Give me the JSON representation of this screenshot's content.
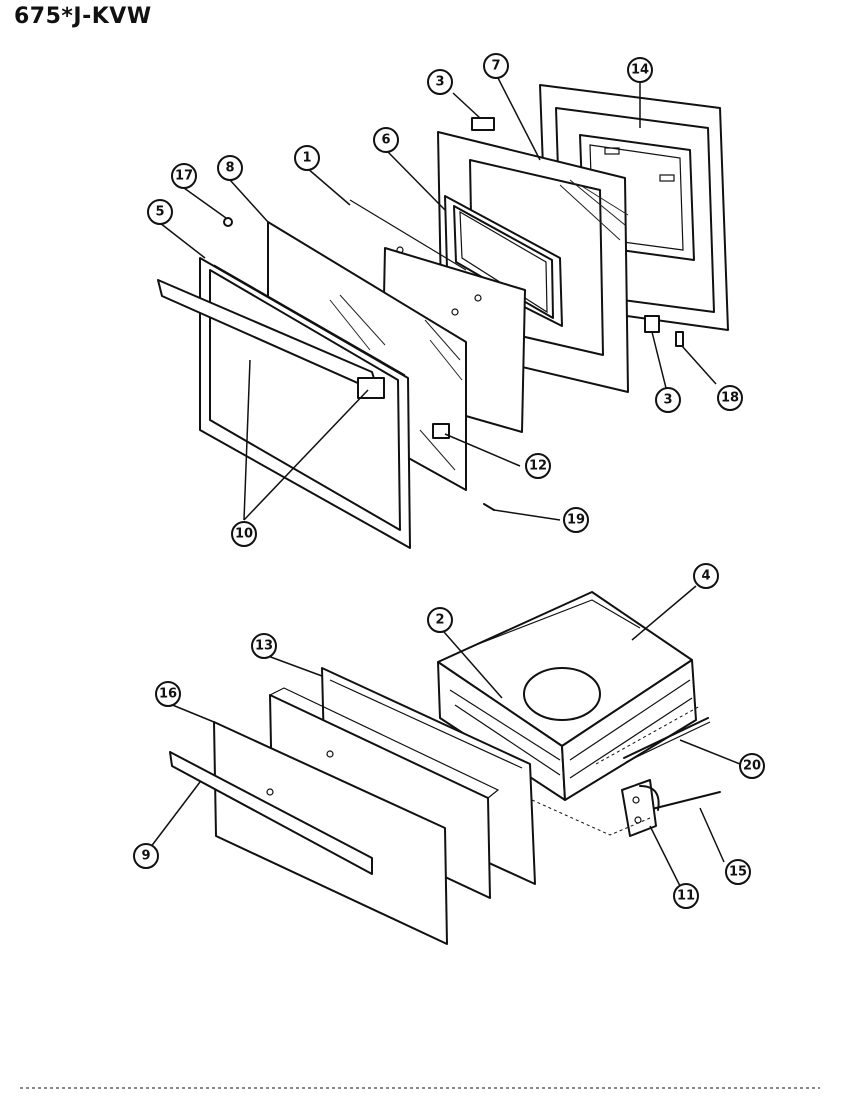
{
  "title": "675*J-KVW",
  "callouts": [
    {
      "id": "c1",
      "label": "1"
    },
    {
      "id": "c2",
      "label": "2"
    },
    {
      "id": "c3a",
      "label": "3"
    },
    {
      "id": "c3b",
      "label": "3"
    },
    {
      "id": "c4",
      "label": "4"
    },
    {
      "id": "c5",
      "label": "5"
    },
    {
      "id": "c6",
      "label": "6"
    },
    {
      "id": "c7",
      "label": "7"
    },
    {
      "id": "c8",
      "label": "8"
    },
    {
      "id": "c9",
      "label": "9"
    },
    {
      "id": "c10",
      "label": "10"
    },
    {
      "id": "c11",
      "label": "11"
    },
    {
      "id": "c12",
      "label": "12"
    },
    {
      "id": "c13",
      "label": "13"
    },
    {
      "id": "c14",
      "label": "14"
    },
    {
      "id": "c15",
      "label": "15"
    },
    {
      "id": "c16",
      "label": "16"
    },
    {
      "id": "c17",
      "label": "17"
    },
    {
      "id": "c18",
      "label": "18"
    },
    {
      "id": "c19",
      "label": "19"
    },
    {
      "id": "c20",
      "label": "20"
    }
  ]
}
